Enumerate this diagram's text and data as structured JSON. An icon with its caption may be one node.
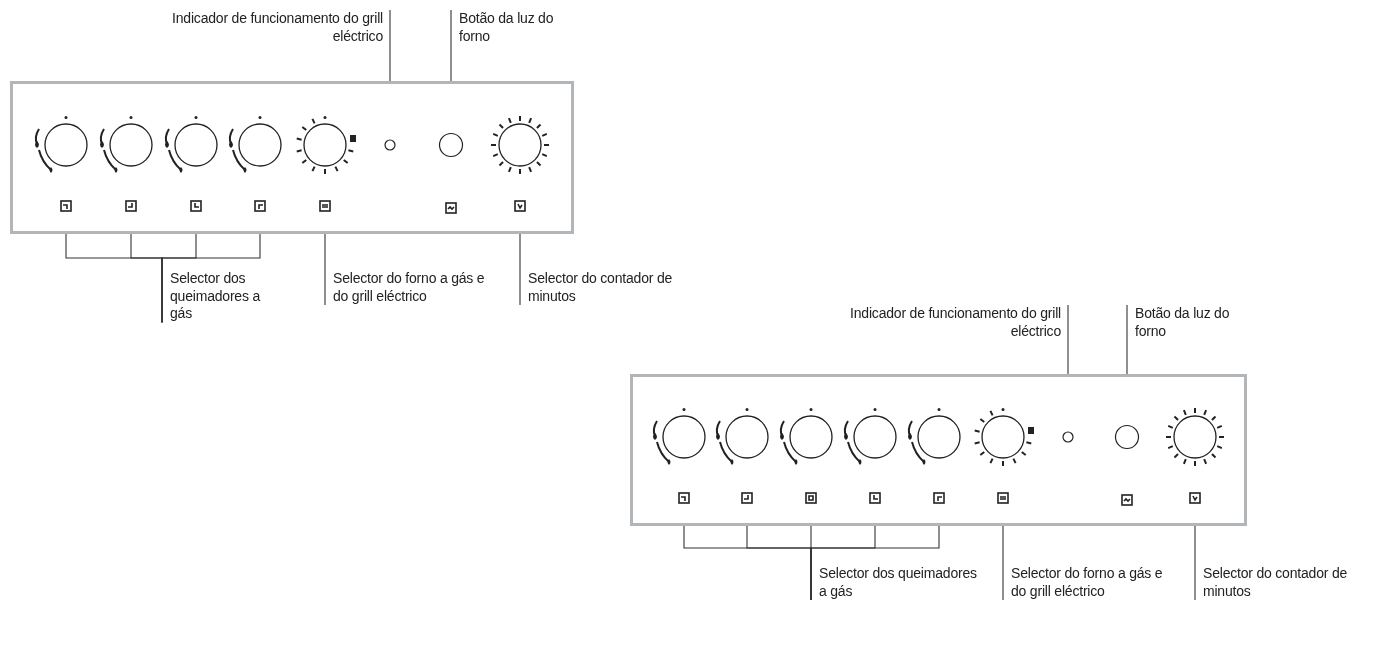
{
  "diagram": {
    "nodes": [
      {
        "text": [
          "Indicador de funcionamento do grill eléctrico"
        ]
      },
      {
        "text": [
          "Botão da luz do forno"
        ]
      },
      {
        "text": [],
        "shape": "box"
      },
      {
        "text": [],
        "shape": "circle",
        "in": 2
      },
      {
        "text": [],
        "shape": "circle",
        "in": 2
      },
      {
        "text": [],
        "shape": "circle",
        "in": 2
      },
      {
        "text": [],
        "shape": "circle",
        "in": 2
      },
      {
        "text": [],
        "shape": "circle",
        "in": 2
      },
      {
        "text": [],
        "shape": "circle",
        "in": 2
      },
      {
        "text": [],
        "shape": "circle",
        "in": 2
      },
      {
        "text": [],
        "shape": "circle",
        "in": 2
      },
      {
        "text": [
          "Selector dos queimadores a gás"
        ]
      },
      {
        "text": [
          "Selector do forno a gás e do grill eléctrico"
        ]
      },
      {
        "text": [
          "Selector do contador de minutos"
        ]
      },
      {
        "text": [
          "Indicador de funcionamento do grill eléctrico"
        ]
      },
      {
        "text": [
          "Botão da luz do forno"
        ]
      },
      {
        "text": [],
        "shape": "box"
      },
      {
        "text": [],
        "shape": "circle",
        "in": 16
      },
      {
        "text": [],
        "shape": "circle",
        "in": 16
      },
      {
        "text": [],
        "shape": "circle",
        "in": 16
      },
      {
        "text": [],
        "shape": "circle",
        "in": 16
      },
      {
        "text": [],
        "shape": "circle",
        "in": 16
      },
      {
        "text": [],
        "shape": "circle",
        "in": 16
      },
      {
        "text": [],
        "shape": "circle",
        "in": 16
      },
      {
        "text": [],
        "shape": "circle",
        "in": 16
      },
      {
        "text": [],
        "shape": "circle",
        "in": 16
      },
      {
        "text": [
          "Selector dos queimadores a gás"
        ]
      },
      {
        "text": [
          "Selector do forno a gás e do grill eléctrico"
        ]
      },
      {
        "text": [
          "Selector do contador de minutos"
        ]
      }
    ],
    "edges": [
      {
        "from": 0,
        "to": 8,
        "arrow": "none"
      },
      {
        "from": 1,
        "to": 9,
        "arrow": "none"
      },
      {
        "from": 11,
        "to": 3,
        "arrow": "none"
      },
      {
        "from": 11,
        "to": 4,
        "arrow": "none"
      },
      {
        "from": 11,
        "to": 5,
        "arrow": "none"
      },
      {
        "from": 11,
        "to": 6,
        "arrow": "none"
      },
      {
        "from": 12,
        "to": 7,
        "arrow": "none"
      },
      {
        "from": 13,
        "to": 10,
        "arrow": "none"
      },
      {
        "from": 14,
        "to": 23,
        "arrow": "none"
      },
      {
        "from": 15,
        "to": 24,
        "arrow": "none"
      },
      {
        "from": 26,
        "to": 17,
        "arrow": "none"
      },
      {
        "from": 26,
        "to": 18,
        "arrow": "none"
      },
      {
        "from": 26,
        "to": 19,
        "arrow": "none"
      },
      {
        "from": 26,
        "to": 20,
        "arrow": "none"
      },
      {
        "from": 26,
        "to": 21,
        "arrow": "none"
      },
      {
        "from": 27,
        "to": 22,
        "arrow": "none"
      },
      {
        "from": 28,
        "to": 25,
        "arrow": "none"
      }
    ]
  }
}
